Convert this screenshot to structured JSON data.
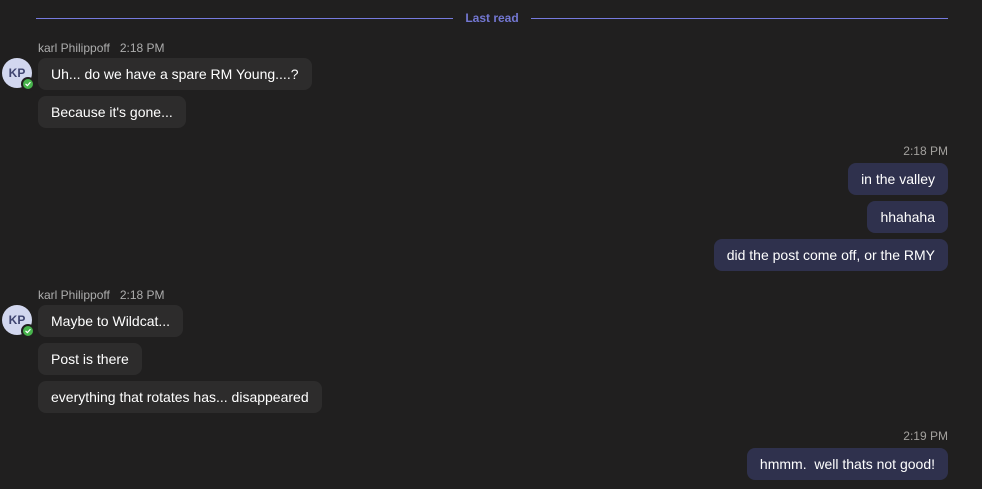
{
  "divider": {
    "label": "Last read"
  },
  "colors": {
    "background": "#201f1f",
    "other_bubble": "#2d2c2c",
    "own_bubble": "#2f314d",
    "last_read_accent": "#7377d2",
    "avatar_background": "#d2d7ef",
    "avatar_text": "#3f4470",
    "presence_available": "#47b34c"
  },
  "icons": {
    "presence_available": "checkmark-in-green-circle"
  },
  "groups": [
    {
      "type": "other",
      "author": "karl Philippoff",
      "time": "2:18 PM",
      "avatar": {
        "initials": "KP",
        "status": "available"
      },
      "messages": [
        "Uh... do we have a spare RM Young....?",
        "Because it's gone..."
      ]
    },
    {
      "type": "self",
      "time": "2:18 PM",
      "messages": [
        "in the valley",
        "hhahaha",
        "did the post come off, or the RMY"
      ]
    },
    {
      "type": "other",
      "author": "karl Philippoff",
      "time": "2:18 PM",
      "avatar": {
        "initials": "KP",
        "status": "available"
      },
      "messages": [
        "Maybe to Wildcat...",
        "Post is there",
        "everything that rotates has... disappeared"
      ]
    },
    {
      "type": "self",
      "time": "2:19 PM",
      "messages": [
        "hmmm.  well thats not good!"
      ]
    }
  ]
}
